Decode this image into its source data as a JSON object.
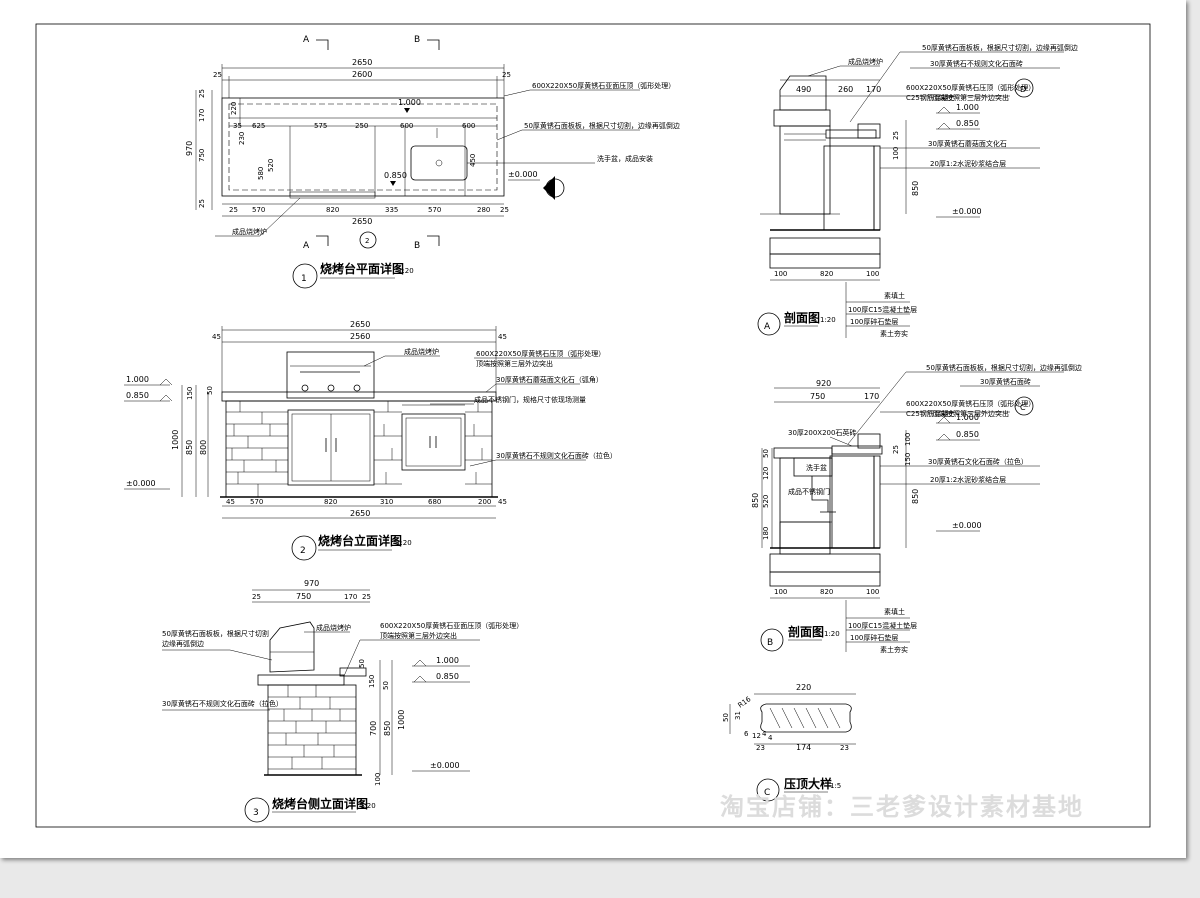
{
  "sheet": {
    "background": "#ffffff",
    "line_color": "#000000",
    "watermark_color": "#dcdcdc"
  },
  "plan": {
    "title": "烧烤台平面详图",
    "scale": "1:20",
    "number": "1",
    "section_marks": [
      "A",
      "B",
      "A",
      "B"
    ],
    "top_dims": [
      "2650",
      "2600",
      "25",
      "25"
    ],
    "row_dims": [
      "35",
      "625",
      "575",
      "250",
      "600",
      "600"
    ],
    "left_dims": [
      "25",
      "170",
      "750",
      "970",
      "25",
      "220"
    ],
    "inner_dims": [
      "580",
      "520",
      "230"
    ],
    "bottom_dims": [
      "25",
      "570",
      "820",
      "335",
      "570",
      "280",
      "25"
    ],
    "bottom_total": "2650",
    "levels": [
      "1.000",
      "0.850",
      "±0.000"
    ],
    "sink_dim": "450",
    "notes": [
      "600X220X50厚黄锈石亚面压顶（弧形处理）",
      "50厚黄锈石面板板，根据尺寸切割，边缘再弧倒边",
      "洗手盆，成品安装",
      "成品烧烤炉"
    ],
    "ref_mark": "2"
  },
  "front": {
    "title": "烧烤台立面详图",
    "scale": "1:20",
    "number": "2",
    "top_dims": [
      "2650",
      "2560",
      "45",
      "45"
    ],
    "left_dims": [
      "50",
      "150",
      "1000",
      "850",
      "800"
    ],
    "bottom_dims": [
      "45",
      "570",
      "820",
      "310",
      "680",
      "200",
      "45"
    ],
    "bottom_total": "2650",
    "levels": [
      "1.000",
      "0.850",
      "±0.000"
    ],
    "notes": [
      "成品烧烤炉",
      "600X220X50厚黄锈石压顶（弧形处理）",
      "顶端按照第三层外边突出",
      "30厚黄锈石蘑菇面文化石（弧角）",
      "成品不锈钢门，规格尺寸依现场测量",
      "30厚黄锈石不规则文化石面砖（拉色）"
    ]
  },
  "side": {
    "title": "烧烤台侧立面详图",
    "scale": "1:20",
    "number": "3",
    "top_dims": [
      "970",
      "750",
      "170",
      "25",
      "25"
    ],
    "right_dims": [
      "50",
      "150",
      "1000",
      "50",
      "700",
      "850",
      "100"
    ],
    "levels": [
      "1.000",
      "0.850",
      "±0.000"
    ],
    "notes": [
      "成品烧烤炉",
      "50厚黄锈石面板板，根据尺寸切割",
      "边缘再弧倒边",
      "600X220X50厚黄锈石亚面压顶（弧形处理）",
      "顶端按照第三层外边突出",
      "30厚黄锈石不规则文化石面砖（拉色）"
    ]
  },
  "sectionA": {
    "title": "剖面图",
    "label": "A",
    "scale": "1:20",
    "top_dims": [
      "490",
      "260",
      "170"
    ],
    "right_dims": [
      "25",
      "100",
      "850"
    ],
    "bottom_dims": [
      "100",
      "820",
      "100"
    ],
    "levels": [
      "1.000",
      "0.850",
      "±0.000"
    ],
    "callout_mark": "D",
    "notes": [
      "成品烧烤炉",
      "50厚黄锈石面板板，根据尺寸切割，边缘再弧倒边",
      "30厚黄锈石不规则文化石面砖",
      "600X220X50厚黄锈石压顶（弧形处理）",
      "C25钢筋混凝土",
      "顶端按照第三层外边突出",
      "30厚黄锈石蘑菇面文化石",
      "20厚1:2水泥砂浆结合层"
    ],
    "layers": [
      "素填土",
      "100厚C15混凝土垫层",
      "100厚碎石垫层",
      "素土夯实"
    ]
  },
  "sectionB": {
    "title": "剖面图",
    "label": "B",
    "scale": "1:20",
    "top_dims": [
      "920",
      "750",
      "170"
    ],
    "left_dims": [
      "50",
      "120",
      "850",
      "520",
      "180"
    ],
    "right_dims": [
      "25",
      "100",
      "150",
      "850"
    ],
    "bottom_dims": [
      "100",
      "820",
      "100"
    ],
    "levels": [
      "1.000",
      "0.850",
      "±0.000"
    ],
    "callout_mark": "C",
    "inner_labels": [
      "30厚200X200石英砖",
      "洗手盆",
      "成品不锈钢门"
    ],
    "notes": [
      "50厚黄锈石面板板，根据尺寸切割，边缘再弧倒边",
      "30厚黄锈石面砖",
      "600X220X50厚黄锈石压顶（弧形处理）",
      "C25钢筋混凝土",
      "顶端按照第三层外边突出",
      "30厚黄锈石文化石面砖（拉色）",
      "20厚1:2水泥砂浆结合层"
    ],
    "layers": [
      "素填土",
      "100厚C15混凝土垫层",
      "100厚碎石垫层",
      "素土夯实"
    ]
  },
  "detailC": {
    "title": "压顶大样",
    "label": "C",
    "scale": "1:5",
    "dims": [
      "220",
      "174",
      "23",
      "23",
      "50",
      "31",
      "4",
      "4",
      "6",
      "12"
    ],
    "radius": "R16"
  },
  "watermark": "淘宝店铺：三老爹设计素材基地"
}
